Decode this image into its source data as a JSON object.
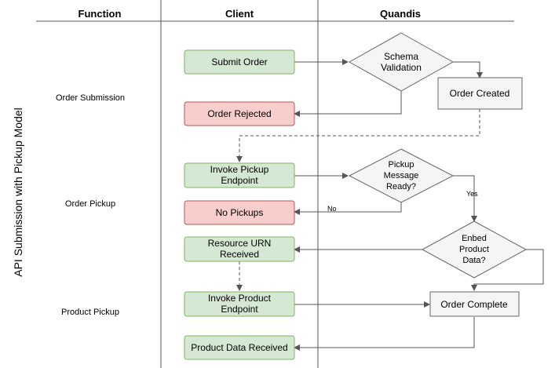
{
  "side_title": "API Submission with Pickup Model",
  "columns": {
    "function": "Function",
    "client": "Client",
    "quandis": "Quandis"
  },
  "rows": {
    "order_submission": "Order Submission",
    "order_pickup": "Order Pickup",
    "product_pickup": "Product Pickup"
  },
  "nodes": {
    "submit_order": "Submit Order",
    "order_rejected": "Order Rejected",
    "invoke_pickup_1": "Invoke Pickup",
    "invoke_pickup_2": "Endpoint",
    "no_pickups": "No Pickups",
    "resource_urn_1": "Resource URN",
    "resource_urn_2": "Received",
    "invoke_product_1": "Invoke Product",
    "invoke_product_2": "Endpoint",
    "product_data_received": "Product Data Received",
    "schema_1": "Schema",
    "schema_2": "Validation",
    "order_created": "Order Created",
    "pickup_msg_1": "Pickup",
    "pickup_msg_2": "Message",
    "pickup_msg_3": "Ready?",
    "embed_1": "Enbed",
    "embed_2": "Product",
    "embed_3": "Data?",
    "order_complete": "Order Complete"
  },
  "edge_labels": {
    "yes": "Yes",
    "no": "No"
  },
  "colors": {
    "green_fill": "#d5e8d4",
    "green_stroke": "#82b366",
    "red_fill": "#f8cecc",
    "red_stroke": "#b85450",
    "gray_fill": "#f5f5f5",
    "gray_stroke": "#666666",
    "line": "#555555"
  }
}
